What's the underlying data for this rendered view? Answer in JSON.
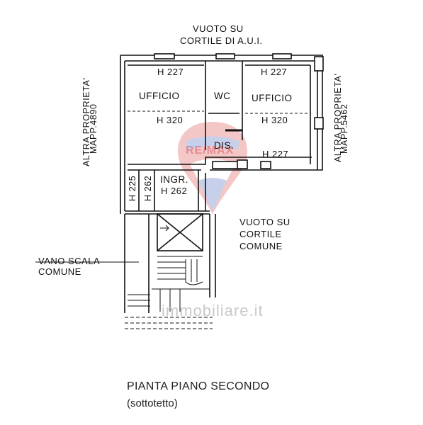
{
  "top_label": {
    "line1": "VUOTO SU",
    "line2": "CORTILE DI A.U.I."
  },
  "left_owner": {
    "line1": "ALTRA PROPRIETA'",
    "line2": "MAPP.4890"
  },
  "right_owner": {
    "line1": "ALTRA PROPRIETA'",
    "line2": "MAPP.5462"
  },
  "rooms": {
    "h_top_left": "H 227",
    "ufficio_left": "UFFICIO",
    "h_left_bottom": "H 320",
    "wc": "WC",
    "h_top_right": "H 227",
    "ufficio_right": "UFFICIO",
    "h_right_bottom": "H 320",
    "dis": "DIS.",
    "h_dis": "H 227",
    "ingr": "INGR.",
    "h_ingr": "H 262",
    "h_225": "H 225",
    "h_262_vert": "H 262"
  },
  "right_void": {
    "line1": "VUOTO SU",
    "line2": "CORTILE",
    "line3": "COMUNE"
  },
  "stair_label": {
    "line1": "VANO SCALA",
    "line2": "COMUNE"
  },
  "title": "PIANTA PIANO SECONDO",
  "subtitle": "(sottotetto)",
  "watermark": {
    "logo": "RE/MAX",
    "site": "immobiliare.it"
  }
}
